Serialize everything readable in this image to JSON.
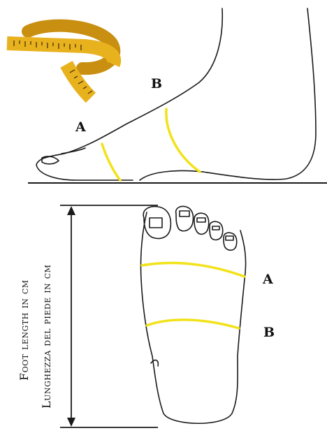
{
  "labels": {
    "side_a": "A",
    "side_b": "B",
    "top_a": "A",
    "top_b": "B",
    "foot_length_en": "Foot length in cm",
    "foot_length_it": "Lunghezza del piede in cm"
  },
  "colors": {
    "measure_line": "#f2e21a",
    "tape": "#e8b21f",
    "outline": "#1a1a1a"
  },
  "icons": {
    "tape_measure": "tape-measure-icon"
  }
}
